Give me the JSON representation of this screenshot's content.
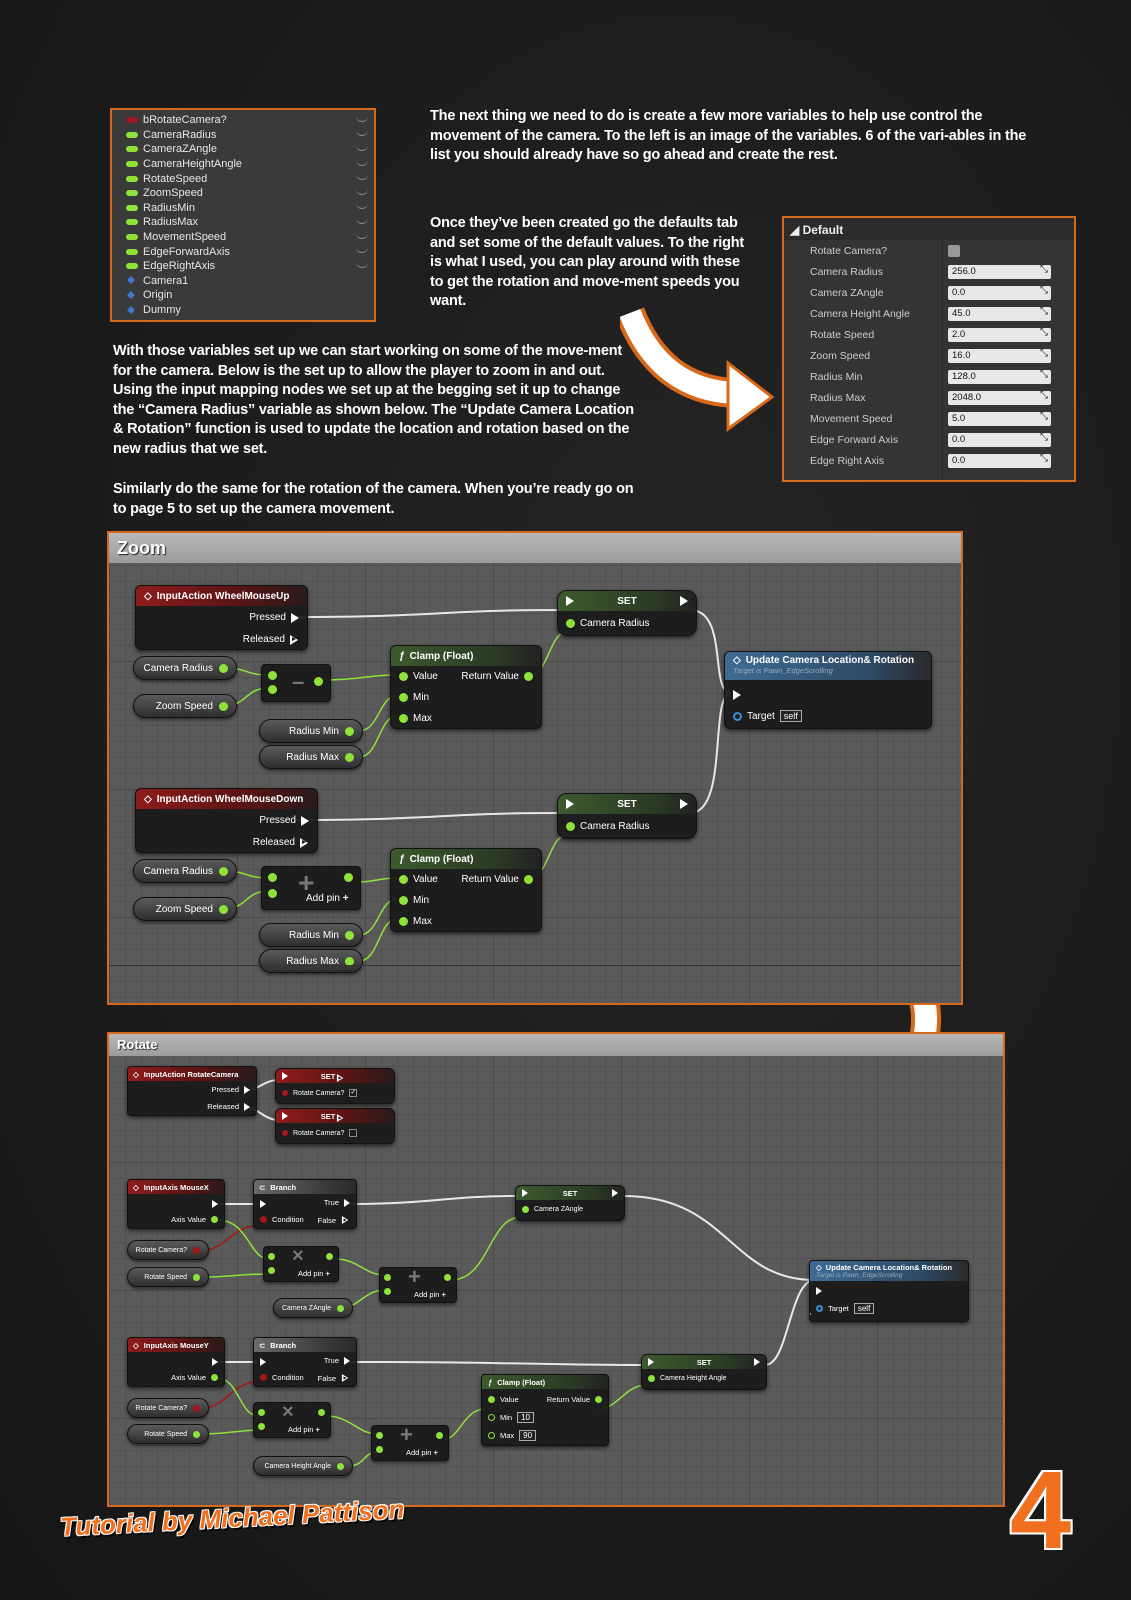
{
  "variables": [
    {
      "name": "bRotateCamera?",
      "type": "bool",
      "color": "#9b1c1c"
    },
    {
      "name": "CameraRadius",
      "type": "float",
      "color": "#8fe23a"
    },
    {
      "name": "CameraZAngle",
      "type": "float",
      "color": "#8fe23a"
    },
    {
      "name": "CameraHeightAngle",
      "type": "float",
      "color": "#8fe23a"
    },
    {
      "name": "RotateSpeed",
      "type": "float",
      "color": "#8fe23a"
    },
    {
      "name": "ZoomSpeed",
      "type": "float",
      "color": "#8fe23a"
    },
    {
      "name": "RadiusMin",
      "type": "float",
      "color": "#8fe23a"
    },
    {
      "name": "RadiusMax",
      "type": "float",
      "color": "#8fe23a"
    },
    {
      "name": "MovementSpeed",
      "type": "float",
      "color": "#8fe23a"
    },
    {
      "name": "EdgeForwardAxis",
      "type": "float",
      "color": "#8fe23a"
    },
    {
      "name": "EdgeRightAxis",
      "type": "float",
      "color": "#8fe23a"
    },
    {
      "name": "Camera1",
      "type": "object",
      "color": "#3f79c9"
    },
    {
      "name": "Origin",
      "type": "object",
      "color": "#3f79c9"
    },
    {
      "name": "Dummy",
      "type": "object",
      "color": "#3f79c9"
    }
  ],
  "text": {
    "intro": "The next thing we need to do is create a few more variables to help use control the movement of the camera. To the left is an image of the variables. 6 of the vari-ables in the list you should already have so go ahead and create the rest.",
    "defaults_hint": "Once they’ve been created go the defaults tab and set some of the default values. To the right is what I used, you can play around with these to get the rotation and move-ment speeds you want.",
    "zoom_para": "With those variables set up we can start working on some of the move-ment for the camera. Below is the set up to allow the player to zoom in and out. Using the input mapping nodes we set up at the begging set it up to change the “Camera Radius” variable as shown below. The “Update Camera Location & Rotation” function is used to update the location and rotation based on the new radius that we set.",
    "rotate_para": "Similarly do the same for the rotation of the camera. When you’re ready go on to page 5 to set up the camera movement.",
    "credit": "Tutorial by Michael Pattison",
    "page_number": "4"
  },
  "defaults": {
    "header": "Default",
    "rows": [
      {
        "label": "Rotate Camera?",
        "value": null,
        "checkbox": true
      },
      {
        "label": "Camera Radius",
        "value": "256.0"
      },
      {
        "label": "Camera ZAngle",
        "value": "0.0"
      },
      {
        "label": "Camera Height Angle",
        "value": "45.0"
      },
      {
        "label": "Rotate Speed",
        "value": "2.0"
      },
      {
        "label": "Zoom Speed",
        "value": "16.0"
      },
      {
        "label": "Radius Min",
        "value": "128.0"
      },
      {
        "label": "Radius Max",
        "value": "2048.0"
      },
      {
        "label": "Movement Speed",
        "value": "5.0"
      },
      {
        "label": "Edge Forward Axis",
        "value": "0.0"
      },
      {
        "label": "Edge Right Axis",
        "value": "0.0"
      }
    ]
  },
  "zoom": {
    "title": "Zoom",
    "input_up": {
      "title": "InputAction WheelMouseUp",
      "pressed": "Pressed",
      "released": "Released"
    },
    "input_down": {
      "title": "InputAction WheelMouseDown",
      "pressed": "Pressed",
      "released": "Released"
    },
    "var_camera_radius": "Camera Radius",
    "var_zoom_speed": "Zoom Speed",
    "var_radius_min": "Radius Min",
    "var_radius_max": "Radius Max",
    "clamp": {
      "title": "Clamp (Float)",
      "value": "Value",
      "return": "Return Value",
      "min": "Min",
      "max": "Max"
    },
    "set": {
      "title": "SET",
      "pin": "Camera Radius"
    },
    "add_pin": "Add pin",
    "update": {
      "title": "Update Camera Location& Rotation",
      "sub": "Target is Pawn_EdgeScrolling",
      "target": "Target",
      "self": "self"
    }
  },
  "rotate": {
    "title": "Rotate",
    "input_rotate": {
      "title": "InputAction RotateCamera",
      "pressed": "Pressed",
      "released": "Released"
    },
    "set_rotate": {
      "title": "SET",
      "pin": "Rotate Camera?"
    },
    "axis_x": {
      "title": "InputAxis MouseX",
      "axis": "Axis Value"
    },
    "axis_y": {
      "title": "InputAxis MouseY",
      "axis": "Axis Value"
    },
    "branch": {
      "title": "Branch",
      "true": "True",
      "false": "False",
      "condition": "Condition"
    },
    "var_rotate_camera": "Rotate Camera?",
    "var_rotate_speed": "Rotate Speed",
    "var_camera_zangle": "Camera ZAngle",
    "var_camera_height": "Camera Height Angle",
    "set_zangle": {
      "title": "SET",
      "pin": "Camera ZAngle"
    },
    "set_height": {
      "title": "SET",
      "pin": "Camera Height Angle"
    },
    "clamp": {
      "title": "Clamp (Float)",
      "value": "Value",
      "return": "Return Value",
      "min": "Min",
      "min_val": "10",
      "max": "Max",
      "max_val": "90"
    },
    "add_pin": "Add pin",
    "update": {
      "title": "Update Camera Location& Rotation",
      "sub": "Target is Pawn_EdgeScrolling",
      "target": "Target",
      "self": "self"
    }
  }
}
